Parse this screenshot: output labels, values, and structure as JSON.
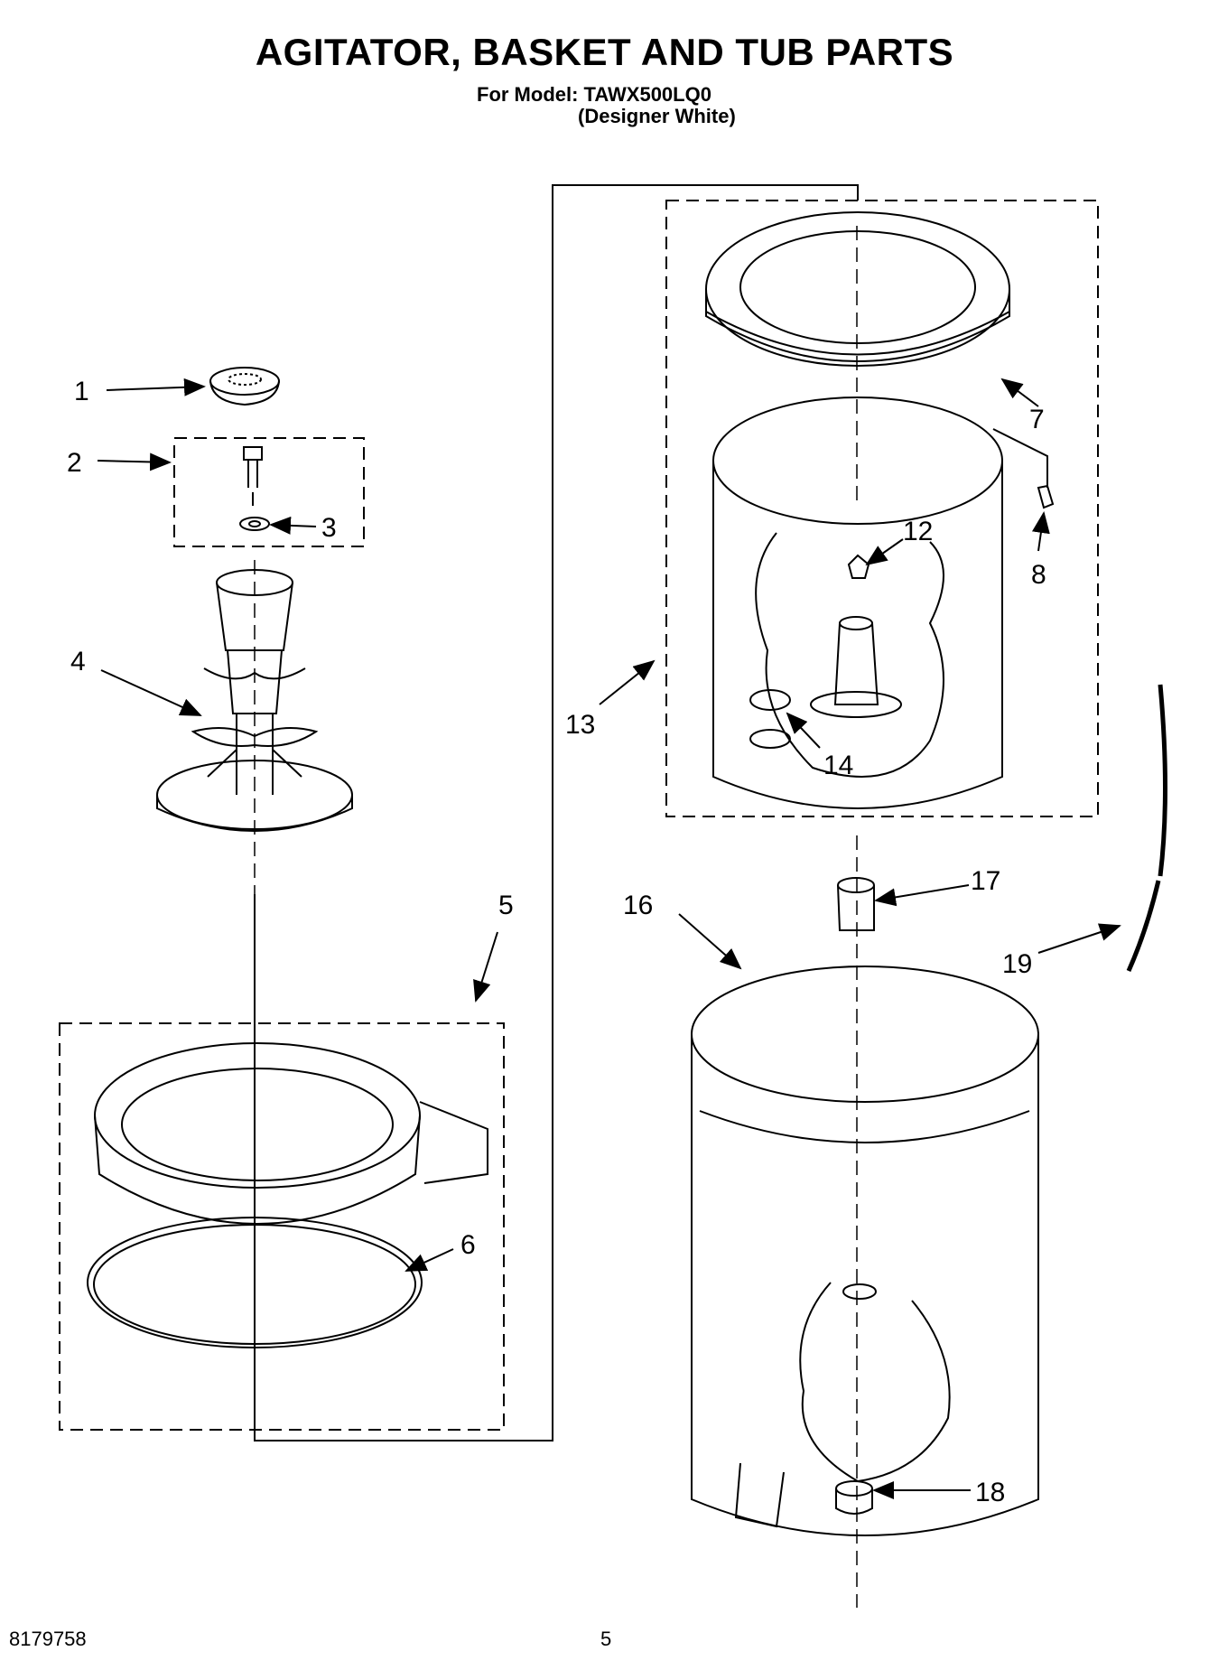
{
  "header": {
    "title": "AGITATOR, BASKET AND TUB PARTS",
    "model_line": "For Model: TAWX500LQ0",
    "color_line": "(Designer White)"
  },
  "footer": {
    "doc_number": "8179758",
    "page_number": "5"
  },
  "callouts": [
    "1",
    "2",
    "3",
    "4",
    "5",
    "6",
    "7",
    "8",
    "12",
    "13",
    "14",
    "16",
    "17",
    "18",
    "19"
  ]
}
